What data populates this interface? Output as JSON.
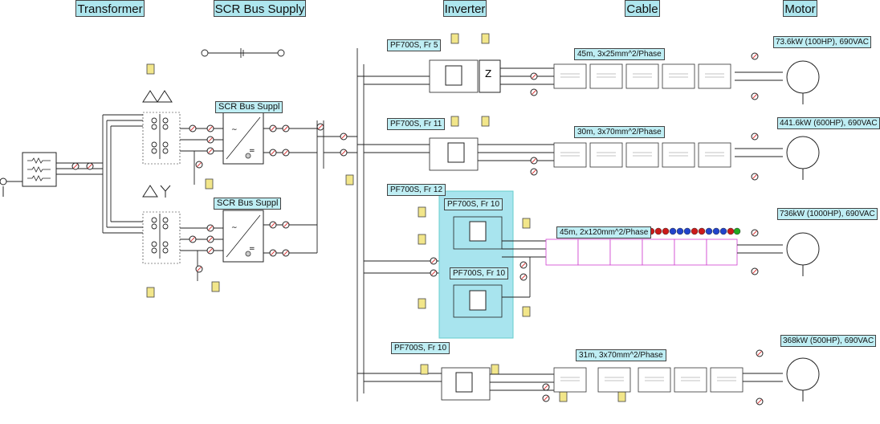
{
  "headers": {
    "transformer": "Transformer",
    "scr_bus_supply": "SCR Bus Supply",
    "inverter": "Inverter",
    "cable": "Cable",
    "motor": "Motor"
  },
  "scr_units": {
    "upper": "SCR Bus Suppl",
    "lower": "SCR Bus Suppl"
  },
  "drives": {
    "drive1": "PF700S, Fr 5",
    "drive2": "PF700S, Fr 11",
    "drive3": "PF700S, Fr 12",
    "drive3_sub_a": "PF700S, Fr 10",
    "drive3_sub_b": "PF700S, Fr 10",
    "drive4": "PF700S, Fr 10"
  },
  "cables": {
    "cable1": "45m, 3x25mm^2/Phase",
    "cable2": "30m, 3x70mm^2/Phase",
    "cable3": "45m, 2x120mm^2/Phase",
    "cable4": "31m, 3x70mm^2/Phase"
  },
  "motors": {
    "motor1": "73.6kW (100HP), 690VAC",
    "motor2": "441.6kW (600HP), 690VAC",
    "motor3": "736kW (1000HP), 690VAC",
    "motor4": "368kW (500HP), 690VAC"
  },
  "colors": {
    "header_fill": "#aee6ee",
    "label_fill": "#bfeef4",
    "highlight_fill": "#a8e4ee",
    "scope_fill": "#f2e68a",
    "wire": "#222222",
    "cable_pi_pink": "#d040d0"
  }
}
